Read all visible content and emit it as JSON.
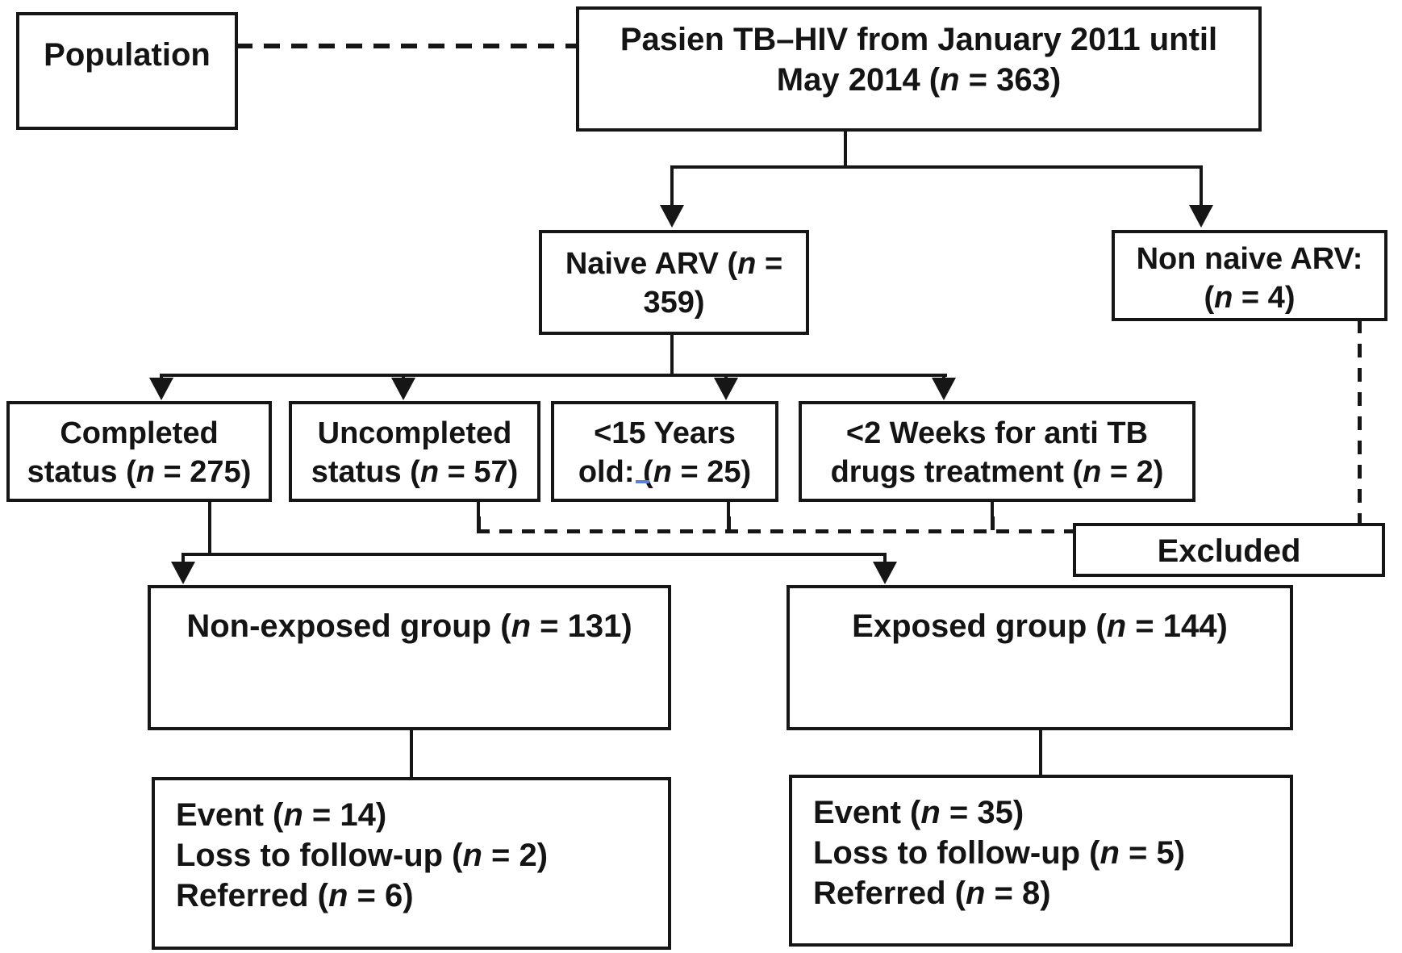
{
  "colors": {
    "line": "#161616",
    "text": "#141414",
    "background": "#ffffff",
    "spellcheck_underline": "#5b7fd4"
  },
  "nodes": {
    "population": {
      "label": "Population"
    },
    "main": {
      "line1": "Pasien TB–HIV from January 2011 until",
      "line2_pre": "May 2014 (",
      "n": "n",
      "line2_post": " = 363)"
    },
    "naive": {
      "line1_pre": "Naive ARV (",
      "n": "n",
      "line1_post": " =",
      "line2": "359)"
    },
    "nonnaive": {
      "line1": "Non naive ARV:",
      "line2_pre": "(",
      "n": "n",
      "line2_post": " = 4)"
    },
    "completed": {
      "line1": "Completed",
      "line2_pre": "status (",
      "n": "n",
      "line2_post": " = 275)"
    },
    "uncompleted": {
      "line1": "Uncompleted",
      "line2_pre": "status (",
      "n": "n",
      "line2_post": " = 57)"
    },
    "years": {
      "line1": "<15 Years",
      "line2_pre": "old: (",
      "n": "n",
      "line2_post": " = 25)"
    },
    "weeks": {
      "line1": "<2 Weeks for anti TB",
      "line2_pre": "drugs treatment (",
      "n": "n",
      "line2_post": " = 2)"
    },
    "excluded": {
      "label": "Excluded"
    },
    "nonexposed": {
      "line_pre": "Non-exposed group (",
      "n": "n",
      "line_post": " = 131)"
    },
    "exposed": {
      "line_pre": "Exposed group (",
      "n": "n",
      "line_post": " = 144)"
    },
    "outcome_left": {
      "lines": [
        {
          "pre": "Event (",
          "n": "n",
          "post": " = 14)"
        },
        {
          "pre": "Loss to follow-up (",
          "n": "n",
          "post": " = 2)"
        },
        {
          "pre": "Referred (",
          "n": "n",
          "post": " = 6)"
        }
      ]
    },
    "outcome_right": {
      "lines": [
        {
          "pre": "Event (",
          "n": "n",
          "post": " = 35)"
        },
        {
          "pre": "Loss to follow-up (",
          "n": "n",
          "post": " = 5)"
        },
        {
          "pre": "Referred (",
          "n": "n",
          "post": " = 8)"
        }
      ]
    }
  },
  "edges": [
    {
      "from": "population",
      "to": "main",
      "style": "dashed"
    },
    {
      "from": "main",
      "to": "naive",
      "style": "solid-arrow"
    },
    {
      "from": "main",
      "to": "nonnaive",
      "style": "solid-arrow"
    },
    {
      "from": "naive",
      "to": "completed",
      "style": "solid-arrow"
    },
    {
      "from": "naive",
      "to": "uncompleted",
      "style": "solid-arrow"
    },
    {
      "from": "naive",
      "to": "years",
      "style": "solid-arrow"
    },
    {
      "from": "naive",
      "to": "weeks",
      "style": "solid-arrow"
    },
    {
      "from": "uncompleted",
      "to": "excluded",
      "style": "dashed"
    },
    {
      "from": "years",
      "to": "excluded",
      "style": "dashed"
    },
    {
      "from": "weeks",
      "to": "excluded",
      "style": "dashed"
    },
    {
      "from": "nonnaive",
      "to": "excluded",
      "style": "dashed"
    },
    {
      "from": "completed",
      "to": "nonexposed",
      "style": "solid-arrow"
    },
    {
      "from": "completed",
      "to": "exposed",
      "style": "solid-arrow"
    },
    {
      "from": "nonexposed",
      "to": "outcome_left",
      "style": "solid"
    },
    {
      "from": "exposed",
      "to": "outcome_right",
      "style": "solid"
    }
  ]
}
